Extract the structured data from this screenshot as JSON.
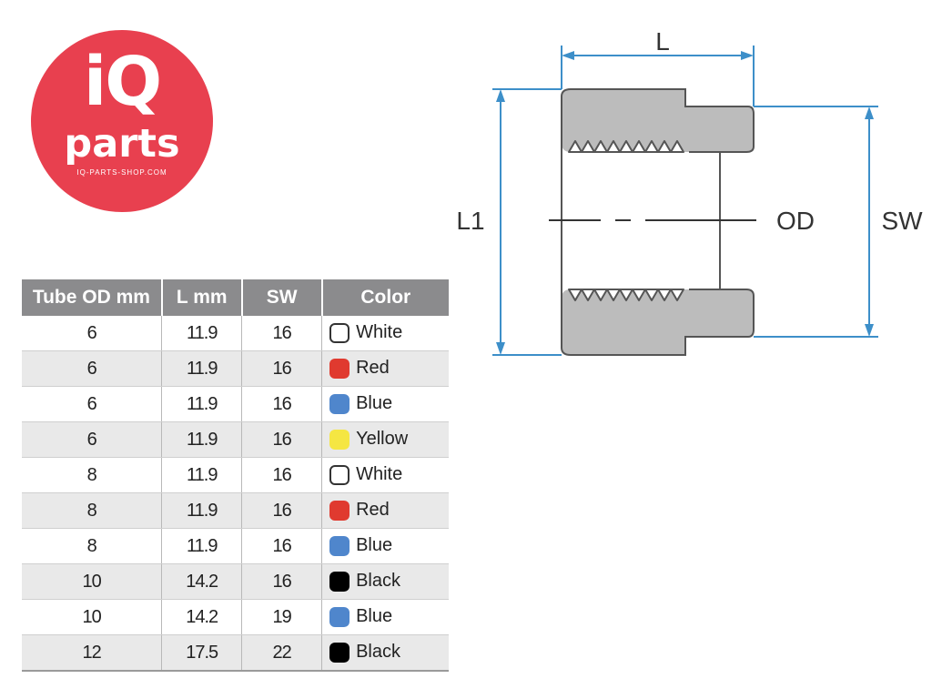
{
  "logo": {
    "line1": "iQ",
    "line2": "parts",
    "url": "IQ-PARTS-SHOP.COM",
    "color": "#e8404f"
  },
  "table": {
    "headers": [
      "Tube OD mm",
      "L mm",
      "SW",
      "Color"
    ],
    "rows": [
      {
        "od": "6",
        "l": "11.9",
        "sw": "16",
        "color": "White",
        "hex": "#ffffff"
      },
      {
        "od": "6",
        "l": "11.9",
        "sw": "16",
        "color": "Red",
        "hex": "#e03a2f"
      },
      {
        "od": "6",
        "l": "11.9",
        "sw": "16",
        "color": "Blue",
        "hex": "#4f86cc"
      },
      {
        "od": "6",
        "l": "11.9",
        "sw": "16",
        "color": "Yellow",
        "hex": "#f5e642"
      },
      {
        "od": "8",
        "l": "11.9",
        "sw": "16",
        "color": "White",
        "hex": "#ffffff"
      },
      {
        "od": "8",
        "l": "11.9",
        "sw": "16",
        "color": "Red",
        "hex": "#e03a2f"
      },
      {
        "od": "8",
        "l": "11.9",
        "sw": "16",
        "color": "Blue",
        "hex": "#4f86cc"
      },
      {
        "od": "10",
        "l": "14.2",
        "sw": "16",
        "color": "Black",
        "hex": "#000000"
      },
      {
        "od": "10",
        "l": "14.2",
        "sw": "19",
        "color": "Blue",
        "hex": "#4f86cc"
      },
      {
        "od": "12",
        "l": "17.5",
        "sw": "22",
        "color": "Black",
        "hex": "#000000"
      }
    ]
  },
  "drawing": {
    "label_l": "L",
    "label_l1": "L1",
    "label_od": "OD",
    "label_sw": "SW",
    "dim_color": "#3d8fc9",
    "body_color": "#bcbcbc"
  }
}
